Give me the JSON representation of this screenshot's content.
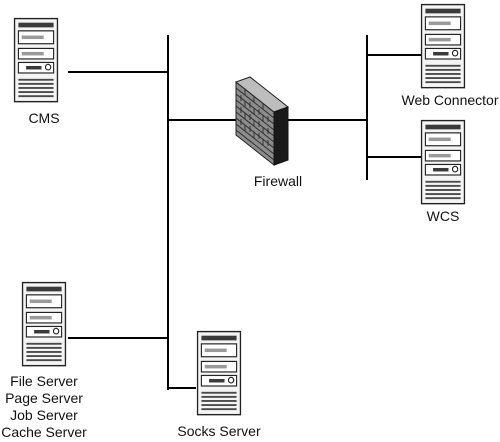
{
  "diagram": {
    "colors": {
      "line": "#000000",
      "tower_fill": "#f4f4f4",
      "tower_outline": "#222222",
      "firewall_front": "#8c8c8c",
      "firewall_side": "#1a1a1a",
      "firewall_top": "#bdbdbd"
    },
    "nodes": {
      "cms": {
        "label": "CMS",
        "icon": "server-tower-icon"
      },
      "web_connector": {
        "label": "Web Connector",
        "icon": "server-tower-icon"
      },
      "wcs": {
        "label": "WCS",
        "icon": "server-tower-icon"
      },
      "firewall": {
        "label": "Firewall",
        "icon": "brick-wall-icon"
      },
      "file_server": {
        "label_lines": [
          "File Server",
          "Page Server",
          "Job Server",
          "Cache Server"
        ],
        "icon": "server-tower-icon"
      },
      "socks_server": {
        "label": "Socks Server",
        "icon": "server-tower-icon"
      }
    }
  }
}
